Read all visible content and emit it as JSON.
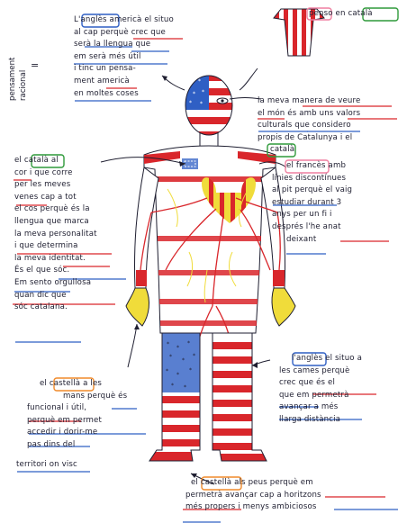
{
  "side_label": [
    "pensament",
    "racional"
  ],
  "side_label_symbol": "=",
  "top_right_title": [
    "penso en ",
    "català"
  ],
  "notes": {
    "anglees_head": [
      "L'anglès americà el situo",
      "al cap perquè crec que",
      "serà la llengua que",
      "em serà més útil",
      "i tinc un pensa-",
      "ment americà",
      "en moltes coses"
    ],
    "mind": [
      "la meva manera de veure",
      "el món és amb uns valors",
      "culturals que considero",
      "propis de Catalunya i el",
      "català"
    ],
    "catala_heart": [
      "el català al",
      "cor i que corre",
      "per les meves",
      "venes cap a tot",
      "el cos perquè és la",
      "llengua que marca",
      "la meva personalitat",
      "i que determina",
      "la meva identitat.",
      "És el que sóc.",
      "Em sento orgullosa",
      "quan dic que",
      "sóc catalana."
    ],
    "frances": [
      "el francès amb",
      "línies discontínues",
      "al pit perquè el vaig",
      "estudiar durant 3",
      "anys per un fi i",
      "després l'he anat",
      "deixant"
    ],
    "angles_legs": [
      "l'anglès el situo a",
      "les cames perquè",
      "crec que és el",
      "que em permetrà",
      "avançar a més",
      "llarga distància"
    ],
    "castella_hands": [
      "el castellà a les",
      "mans perquè és",
      "funcional i útil,",
      "perquè em permet",
      "accedir i dorir-me",
      "pas dins del",
      "territori on visc"
    ],
    "castella_feet": [
      "el castellà als peus perquè em",
      "permetrà avançar cap a horitzons",
      "més propers i menys ambiciosos"
    ]
  },
  "colors": {
    "red": "#d9262b",
    "blue": "#2f5fc4",
    "yellow": "#f0dc3a",
    "green": "#2f9a3a",
    "orange": "#f08a2a",
    "pink": "#ef7fa0",
    "ink": "#1e1e30"
  }
}
